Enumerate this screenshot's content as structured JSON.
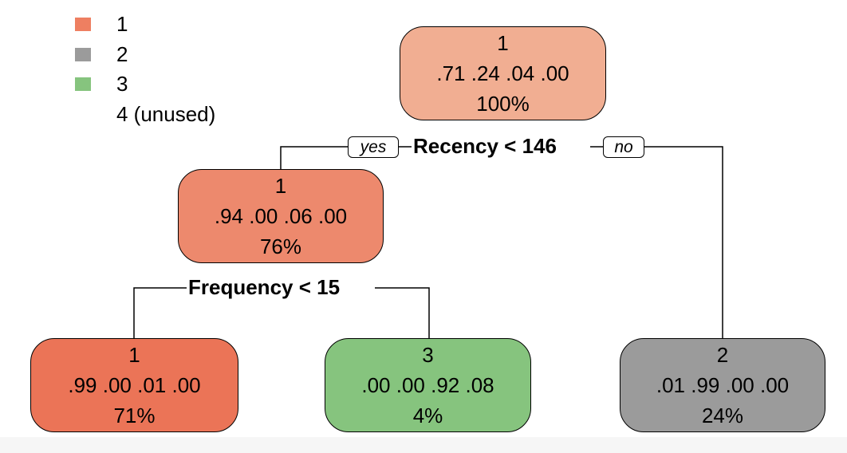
{
  "legend": [
    {
      "label": "1",
      "color": "#EE7F61"
    },
    {
      "label": "2",
      "color": "#9B9B9B"
    },
    {
      "label": "3",
      "color": "#86C47E"
    },
    {
      "label": "4 (unused)",
      "color": null
    }
  ],
  "tree": {
    "root": {
      "class": "1",
      "probs": ".71  .24  .04  .00",
      "percent": "100%",
      "fill": "#F1AE92"
    },
    "split_root": "Recency < 146",
    "yes_label": "yes",
    "no_label": "no",
    "left": {
      "class": "1",
      "probs": ".94  .00  .06  .00",
      "percent": "76%",
      "fill": "#ED896D"
    },
    "split_left": "Frequency < 15",
    "leaf_ll": {
      "class": "1",
      "probs": ".99  .00  .01  .00",
      "percent": "71%",
      "fill": "#EB7457"
    },
    "leaf_lr": {
      "class": "3",
      "probs": ".00  .00  .92  .08",
      "percent": "4%",
      "fill": "#86C47E"
    },
    "leaf_r": {
      "class": "2",
      "probs": ".01  .99  .00  .00",
      "percent": "24%",
      "fill": "#9B9B9B"
    }
  }
}
